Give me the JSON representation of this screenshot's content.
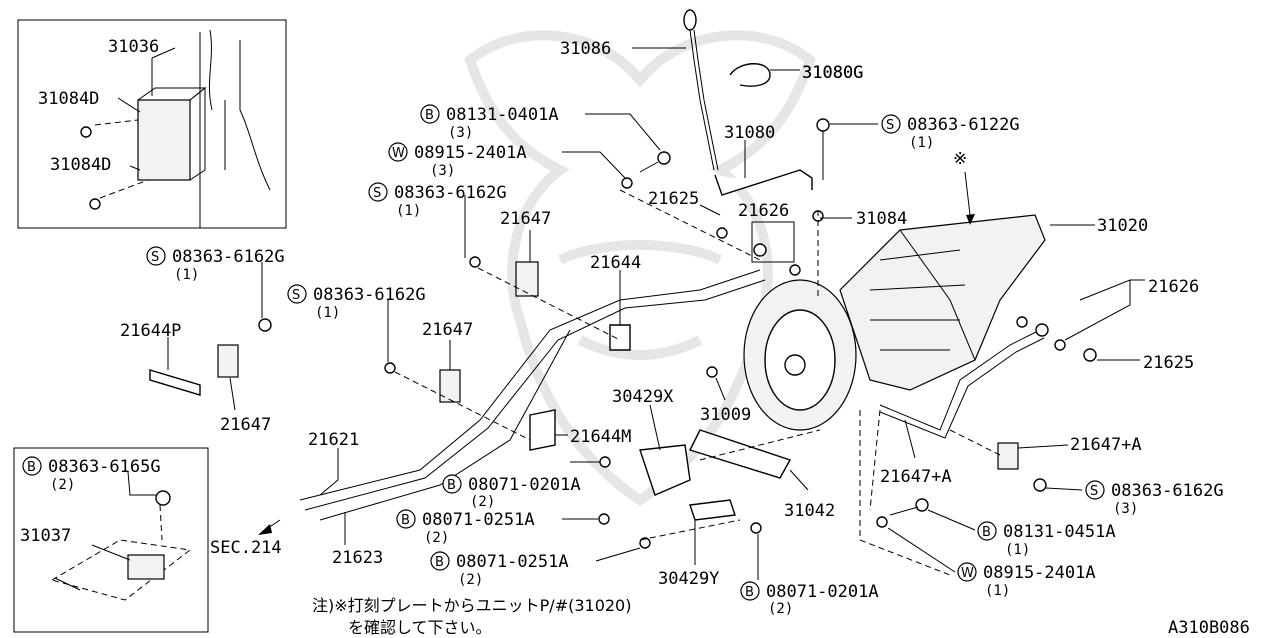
{
  "diagram_id": "A310B086",
  "note": {
    "line1": "注)※打刻プレートからユニットP/#(31020)",
    "line2": "を確認して下さい。"
  },
  "asterisk": "※",
  "sec_ref": "SEC.214",
  "parts": {
    "p31036": "31036",
    "p31084D_a": "31084D",
    "p31084D_b": "31084D",
    "p31086": "31086",
    "p31080G": "31080G",
    "p31080": "31080",
    "p31084": "31084",
    "p31020": "31020",
    "p21625_top": "21625",
    "p21626_top": "21626",
    "p21647_a": "21647",
    "p21644": "21644",
    "p21647_b": "21647",
    "p21644P": "21644P",
    "p21647_c": "21647",
    "p21626_right": "21626",
    "p21625_right": "21625",
    "p30429X": "30429X",
    "p31009": "31009",
    "p21644M": "21644M",
    "p21621": "21621",
    "p21623": "21623",
    "p31037": "31037",
    "p31042": "31042",
    "p30429Y": "30429Y",
    "p21647A_a": "21647+A",
    "p21647A_b": "21647+A"
  },
  "callouts": {
    "c1": {
      "prefix": "B",
      "code": "08131-0401A",
      "qty": "(3)"
    },
    "c2": {
      "prefix": "W",
      "code": "08915-2401A",
      "qty": "(3)"
    },
    "c3": {
      "prefix": "S",
      "code": "08363-6162G",
      "qty": "(1)"
    },
    "c4": {
      "prefix": "S",
      "code": "08363-6162G",
      "qty": "(1)"
    },
    "c5": {
      "prefix": "S",
      "code": "08363-6162G",
      "qty": "(1)"
    },
    "c6": {
      "prefix": "S",
      "code": "08363-6122G",
      "qty": "(1)"
    },
    "c7": {
      "prefix": "B",
      "code": "08363-6165G",
      "qty": "(2)"
    },
    "c8": {
      "prefix": "B",
      "code": "08071-0201A",
      "qty": "(2)"
    },
    "c9": {
      "prefix": "B",
      "code": "08071-0251A",
      "qty": "(2)"
    },
    "c10": {
      "prefix": "B",
      "code": "08071-0251A",
      "qty": "(2)"
    },
    "c11": {
      "prefix": "B",
      "code": "08071-0201A",
      "qty": "(2)"
    },
    "c12": {
      "prefix": "S",
      "code": "08363-6162G",
      "qty": "(3)"
    },
    "c13": {
      "prefix": "B",
      "code": "08131-0451A",
      "qty": "(1)"
    },
    "c14": {
      "prefix": "W",
      "code": "08915-2401A",
      "qty": "(1)"
    }
  }
}
